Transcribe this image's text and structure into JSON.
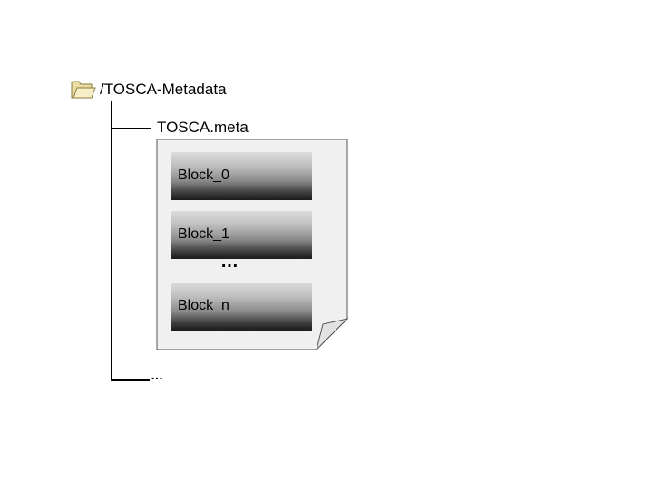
{
  "folder": {
    "label": "/TOSCA-Metadata",
    "icon": "folder-icon"
  },
  "file": {
    "label": "TOSCA.meta",
    "icon": "document-icon"
  },
  "blocks": [
    {
      "label": "Block_0"
    },
    {
      "label": "Block_1"
    },
    {
      "label": "Block_n"
    }
  ],
  "block_ellipsis": "…",
  "tree_ellipsis": "…"
}
